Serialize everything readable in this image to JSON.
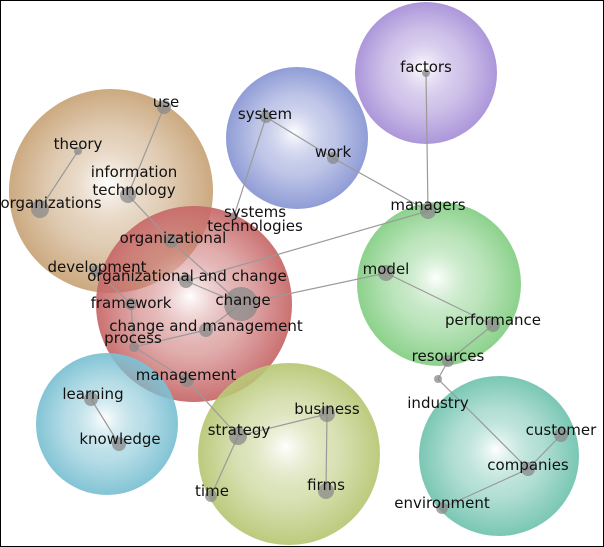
{
  "colors": {
    "background": "#ffffff",
    "border": "#000000",
    "edge": "#9a9a9a",
    "node": "#8a8a8a",
    "label": "#111111"
  },
  "clusters": [
    {
      "id": "c-orange",
      "color": "#c9a57a"
    },
    {
      "id": "c-red",
      "color": "#c86a6a"
    },
    {
      "id": "c-blue",
      "color": "#8a97d4"
    },
    {
      "id": "c-purple",
      "color": "#a891d8"
    },
    {
      "id": "c-green",
      "color": "#86cf86"
    },
    {
      "id": "c-teal",
      "color": "#73c4b0"
    },
    {
      "id": "c-cyan",
      "color": "#7cc1d3"
    },
    {
      "id": "c-olive",
      "color": "#b9c877"
    }
  ],
  "terms": [
    {
      "id": "use",
      "label": "use"
    },
    {
      "id": "theory",
      "label": "theory"
    },
    {
      "id": "organizations",
      "label": "organizations"
    },
    {
      "id": "information-technology",
      "label": "information technology"
    },
    {
      "id": "organizational",
      "label": "organizational"
    },
    {
      "id": "development",
      "label": "development"
    },
    {
      "id": "organizational-and-change",
      "label": "organizational and change"
    },
    {
      "id": "framework",
      "label": "framework"
    },
    {
      "id": "change",
      "label": "change"
    },
    {
      "id": "change-and-management",
      "label": "change and management"
    },
    {
      "id": "process",
      "label": "process"
    },
    {
      "id": "management",
      "label": "management"
    },
    {
      "id": "system",
      "label": "system"
    },
    {
      "id": "work",
      "label": "work"
    },
    {
      "id": "systems-technologies",
      "label": "systems technologies"
    },
    {
      "id": "factors",
      "label": "factors"
    },
    {
      "id": "managers",
      "label": "managers"
    },
    {
      "id": "model",
      "label": "model"
    },
    {
      "id": "performance",
      "label": "performance"
    },
    {
      "id": "resources",
      "label": "resources"
    },
    {
      "id": "industry",
      "label": "industry"
    },
    {
      "id": "customer",
      "label": "customer"
    },
    {
      "id": "companies",
      "label": "companies"
    },
    {
      "id": "environment",
      "label": "environment"
    },
    {
      "id": "learning",
      "label": "learning"
    },
    {
      "id": "knowledge",
      "label": "knowledge"
    },
    {
      "id": "strategy",
      "label": "strategy"
    },
    {
      "id": "business",
      "label": "business"
    },
    {
      "id": "time",
      "label": "time"
    },
    {
      "id": "firms",
      "label": "firms"
    }
  ],
  "links": [
    [
      "use",
      "information-technology"
    ],
    [
      "theory",
      "organizations"
    ],
    [
      "information-technology",
      "organizational"
    ],
    [
      "organizational",
      "change"
    ],
    [
      "development",
      "framework"
    ],
    [
      "framework",
      "process"
    ],
    [
      "organizational-and-change",
      "change"
    ],
    [
      "change",
      "change-and-management"
    ],
    [
      "change-and-management",
      "process"
    ],
    [
      "process",
      "management"
    ],
    [
      "management",
      "strategy"
    ],
    [
      "system",
      "systems-technologies"
    ],
    [
      "system",
      "work"
    ],
    [
      "work",
      "managers"
    ],
    [
      "factors",
      "managers"
    ],
    [
      "managers",
      "organizational-and-change"
    ],
    [
      "change",
      "model"
    ],
    [
      "model",
      "performance"
    ],
    [
      "performance",
      "resources"
    ],
    [
      "resources",
      "industry"
    ],
    [
      "industry",
      "companies"
    ],
    [
      "companies",
      "customer"
    ],
    [
      "companies",
      "environment"
    ],
    [
      "learning",
      "knowledge"
    ],
    [
      "strategy",
      "business"
    ],
    [
      "strategy",
      "time"
    ],
    [
      "business",
      "firms"
    ]
  ]
}
